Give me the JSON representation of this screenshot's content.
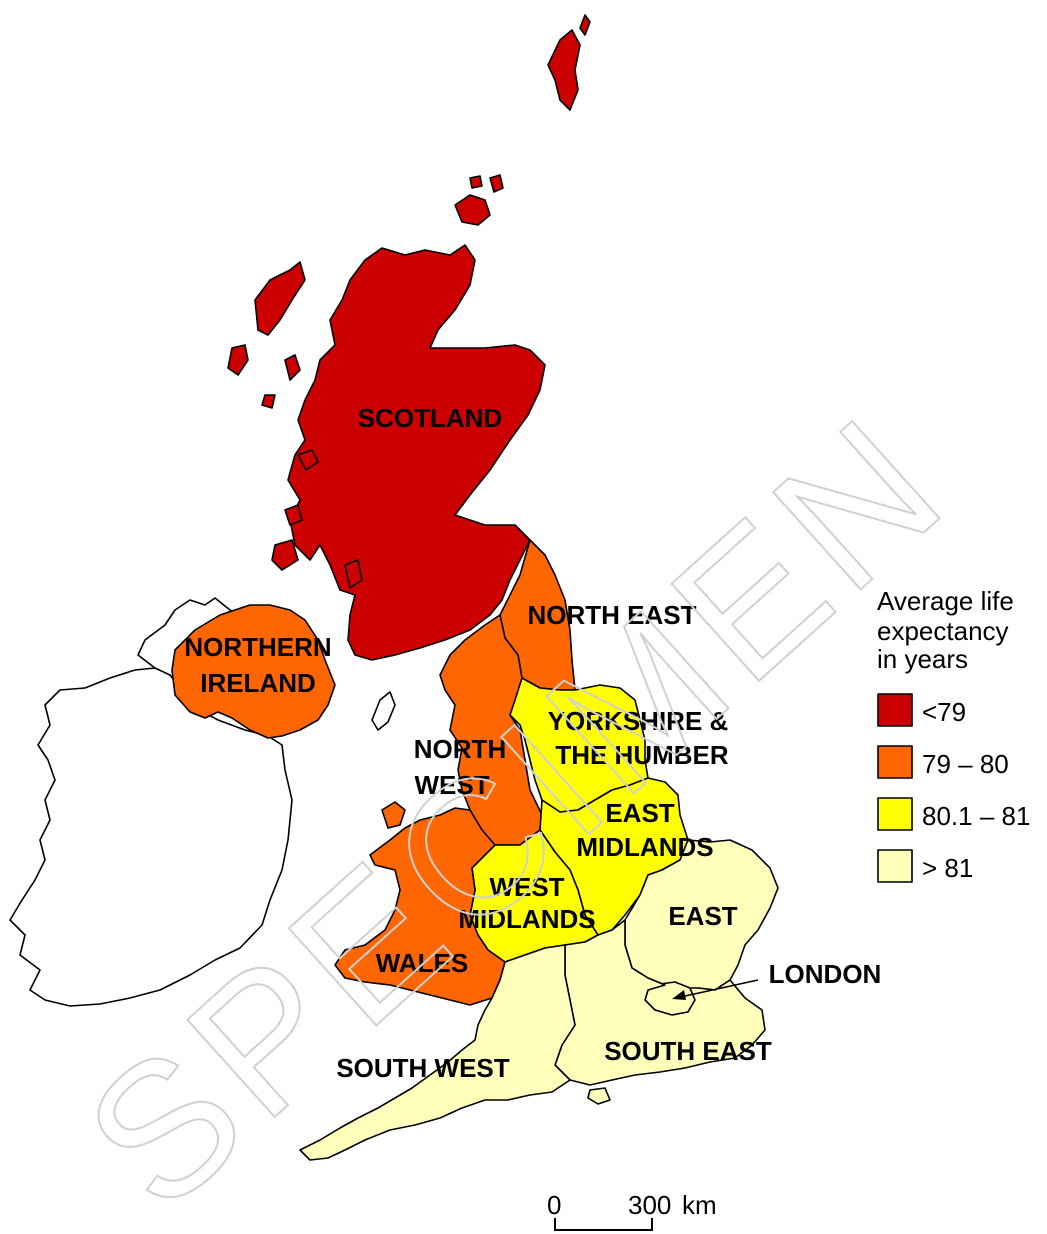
{
  "colors": {
    "lt79": "#cc0000",
    "r79_80": "#ff6600",
    "r80_81": "#ffff00",
    "gt81": "#ffffbb",
    "ireland": "#ffffff"
  },
  "regions": {
    "scotland": {
      "label_1": "SCOTLAND",
      "category": "lt79"
    },
    "northern_ireland": {
      "label_1": "NORTHERN",
      "label_2": "IRELAND",
      "category": "r79_80"
    },
    "north_east": {
      "label_1": "NORTH EAST",
      "category": "r79_80"
    },
    "north_west": {
      "label_1": "NORTH",
      "label_2": "WEST",
      "category": "r79_80"
    },
    "yorkshire": {
      "label_1": "YORKSHIRE &",
      "label_2": "THE HUMBER",
      "category": "r80_81"
    },
    "east_midlands": {
      "label_1": "EAST",
      "label_2": "MIDLANDS",
      "category": "r80_81"
    },
    "west_midlands": {
      "label_1": "WEST",
      "label_2": "MIDLANDS",
      "category": "r80_81"
    },
    "wales": {
      "label_1": "WALES",
      "category": "r79_80"
    },
    "east": {
      "label_1": "EAST",
      "category": "gt81"
    },
    "london": {
      "label_1": "LONDON",
      "category": "gt81"
    },
    "south_east": {
      "label_1": "SOUTH EAST",
      "category": "gt81"
    },
    "south_west": {
      "label_1": "SOUTH WEST",
      "category": "gt81"
    }
  },
  "legend": {
    "title_1": "Average life",
    "title_2": "expectancy",
    "title_3": "in years",
    "items": [
      {
        "label": "<79",
        "category": "lt79"
      },
      {
        "label": "79 – 80",
        "category": "r79_80"
      },
      {
        "label": "80.1 – 81",
        "category": "r80_81"
      },
      {
        "label": "> 81",
        "category": "gt81"
      }
    ]
  },
  "scale_bar": {
    "start": "0",
    "end": "300",
    "unit": "km"
  },
  "watermark": "SPECIMEN"
}
